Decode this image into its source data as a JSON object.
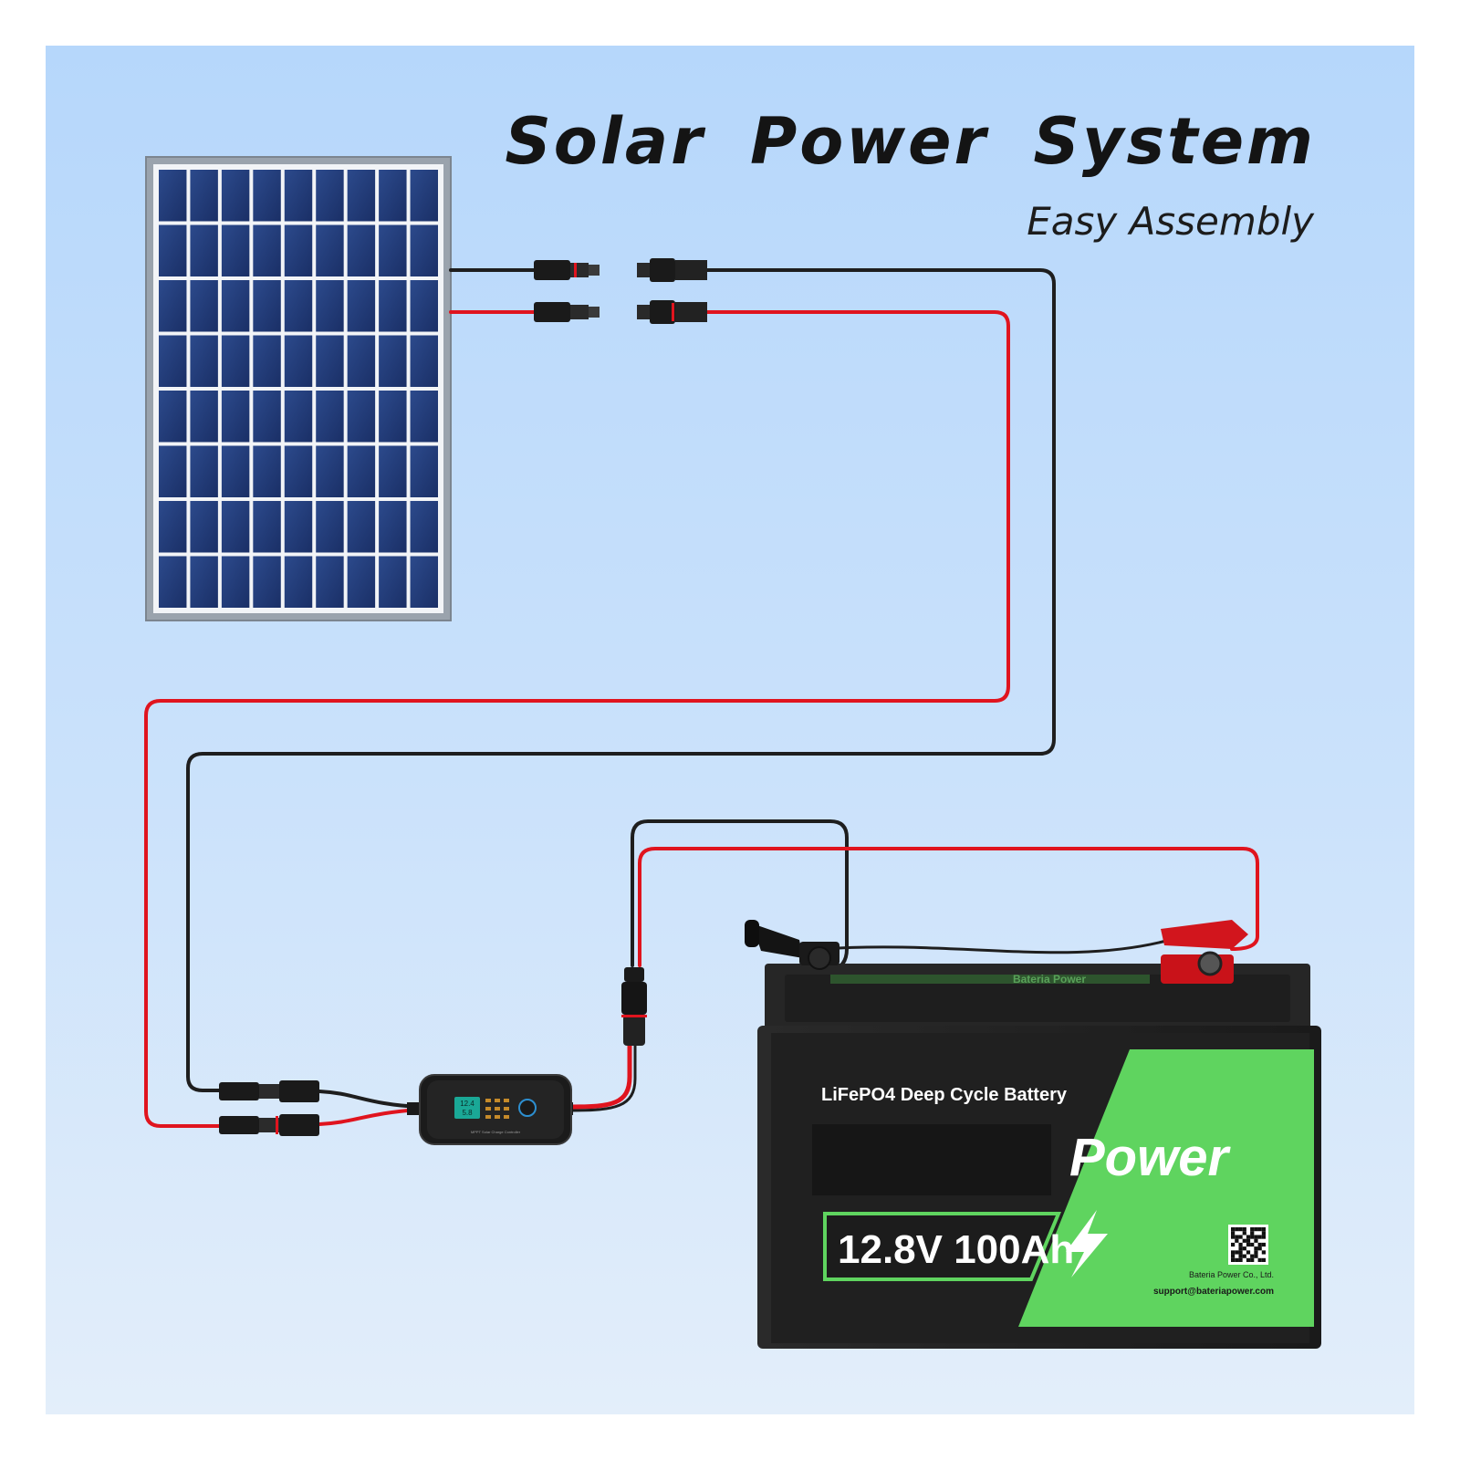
{
  "header": {
    "title": "Solar Power System",
    "subtitle": "Easy Assembly"
  },
  "controller": {
    "display_line1": "12.4",
    "display_line2": "5.8",
    "label": "MPPT Solar Charge Controller"
  },
  "battery": {
    "type_label": "LiFePO4 Deep Cycle Battery",
    "brand": "Power",
    "spec": "12.8V 100Ah",
    "company": "Bateria Power Co., Ltd.",
    "email": "support@bateriapower.com",
    "top_brand": "Bateria Power"
  },
  "colors": {
    "positive_wire": "#e0141e",
    "negative_wire": "#1e1e1e",
    "battery_green": "#5fd45f",
    "battery_body": "#1f1f1f"
  },
  "icons": {
    "bolt": "lightning-bolt-icon",
    "qr": "qr-code-icon"
  }
}
